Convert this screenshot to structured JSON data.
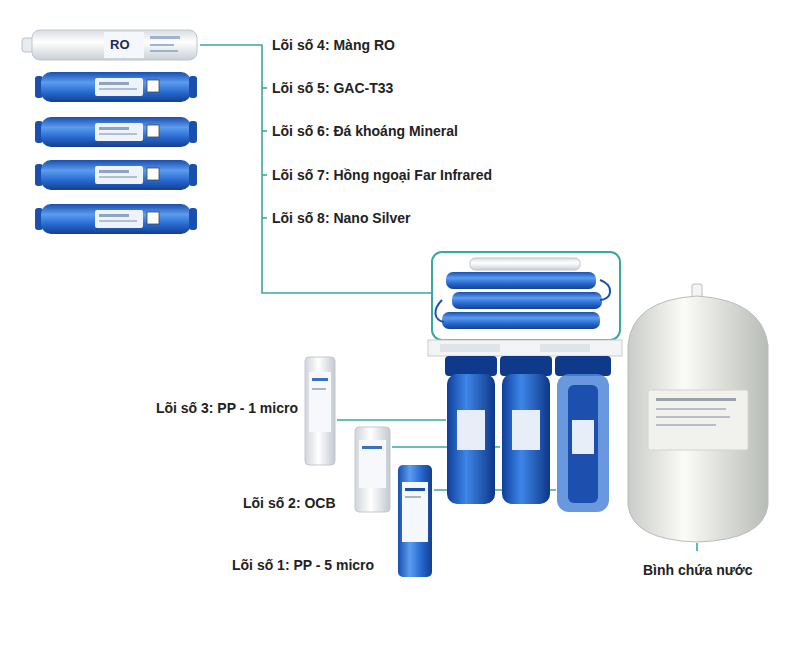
{
  "diagram": {
    "labels": [
      "RO",
      "Lõi số 4: Màng RO",
      "Lõi số 5: GAC-T33",
      "Lõi số 6: Đá khoáng Mineral",
      "Lõi số 7: Hồng ngoại Far Infrared",
      "Lõi số 8: Nano Silver",
      "Lõi số 3: PP - 1 micro",
      "Lõi số 2: OCB",
      "Lõi số 1: PP - 5 micro",
      "Bình chứa nước"
    ]
  }
}
